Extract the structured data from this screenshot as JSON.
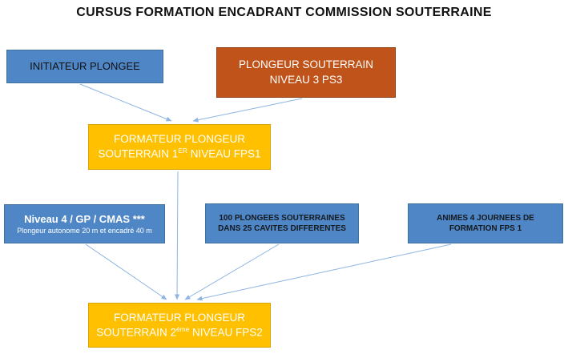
{
  "title": "CURSUS FORMATION ENCADRANT COMMISSION SOUTERRAINE",
  "boxes": {
    "initiateur": {
      "label": "INITIATEUR PLONGEE"
    },
    "ps3": {
      "line1": "PLONGEUR SOUTERRAIN",
      "line2": "NIVEAU 3  PS3"
    },
    "fps1": {
      "line1": "FORMATEUR  PLONGEUR",
      "line2_pre": "SOUTERRAIN 1",
      "line2_sup": "ER",
      "line2_post": " NIVEAU FPS1"
    },
    "niveau4": {
      "line1": "Niveau 4 / GP / CMAS ***",
      "line2": "Plongeur autonome 20 m et encadré 40 m"
    },
    "plongees": {
      "line1": "100 PLONGEES SOUTERRAINES",
      "line2": "DANS 25 CAVITES DIFFERENTES"
    },
    "animes": {
      "line1": "ANIMES 4 JOURNEES DE",
      "line2": "FORMATION FPS 1"
    },
    "fps2": {
      "line1": "FORMATEUR  PLONGEUR",
      "line2_pre": "SOUTERRAIN 2",
      "line2_sup": "éme",
      "line2_post": " NIVEAU FPS2"
    }
  },
  "connections": [
    {
      "from": "initiateur",
      "to": "fps1"
    },
    {
      "from": "ps3",
      "to": "fps1"
    },
    {
      "from": "fps1",
      "to": "fps2"
    },
    {
      "from": "niveau4",
      "to": "fps2"
    },
    {
      "from": "plongees",
      "to": "fps2"
    },
    {
      "from": "animes",
      "to": "fps2"
    }
  ],
  "colors": {
    "blue_box": "#4e86c6",
    "orange_box": "#c0531a",
    "gold_box": "#ffc000",
    "arrow": "#8db4e2",
    "title_text": "#111111"
  }
}
